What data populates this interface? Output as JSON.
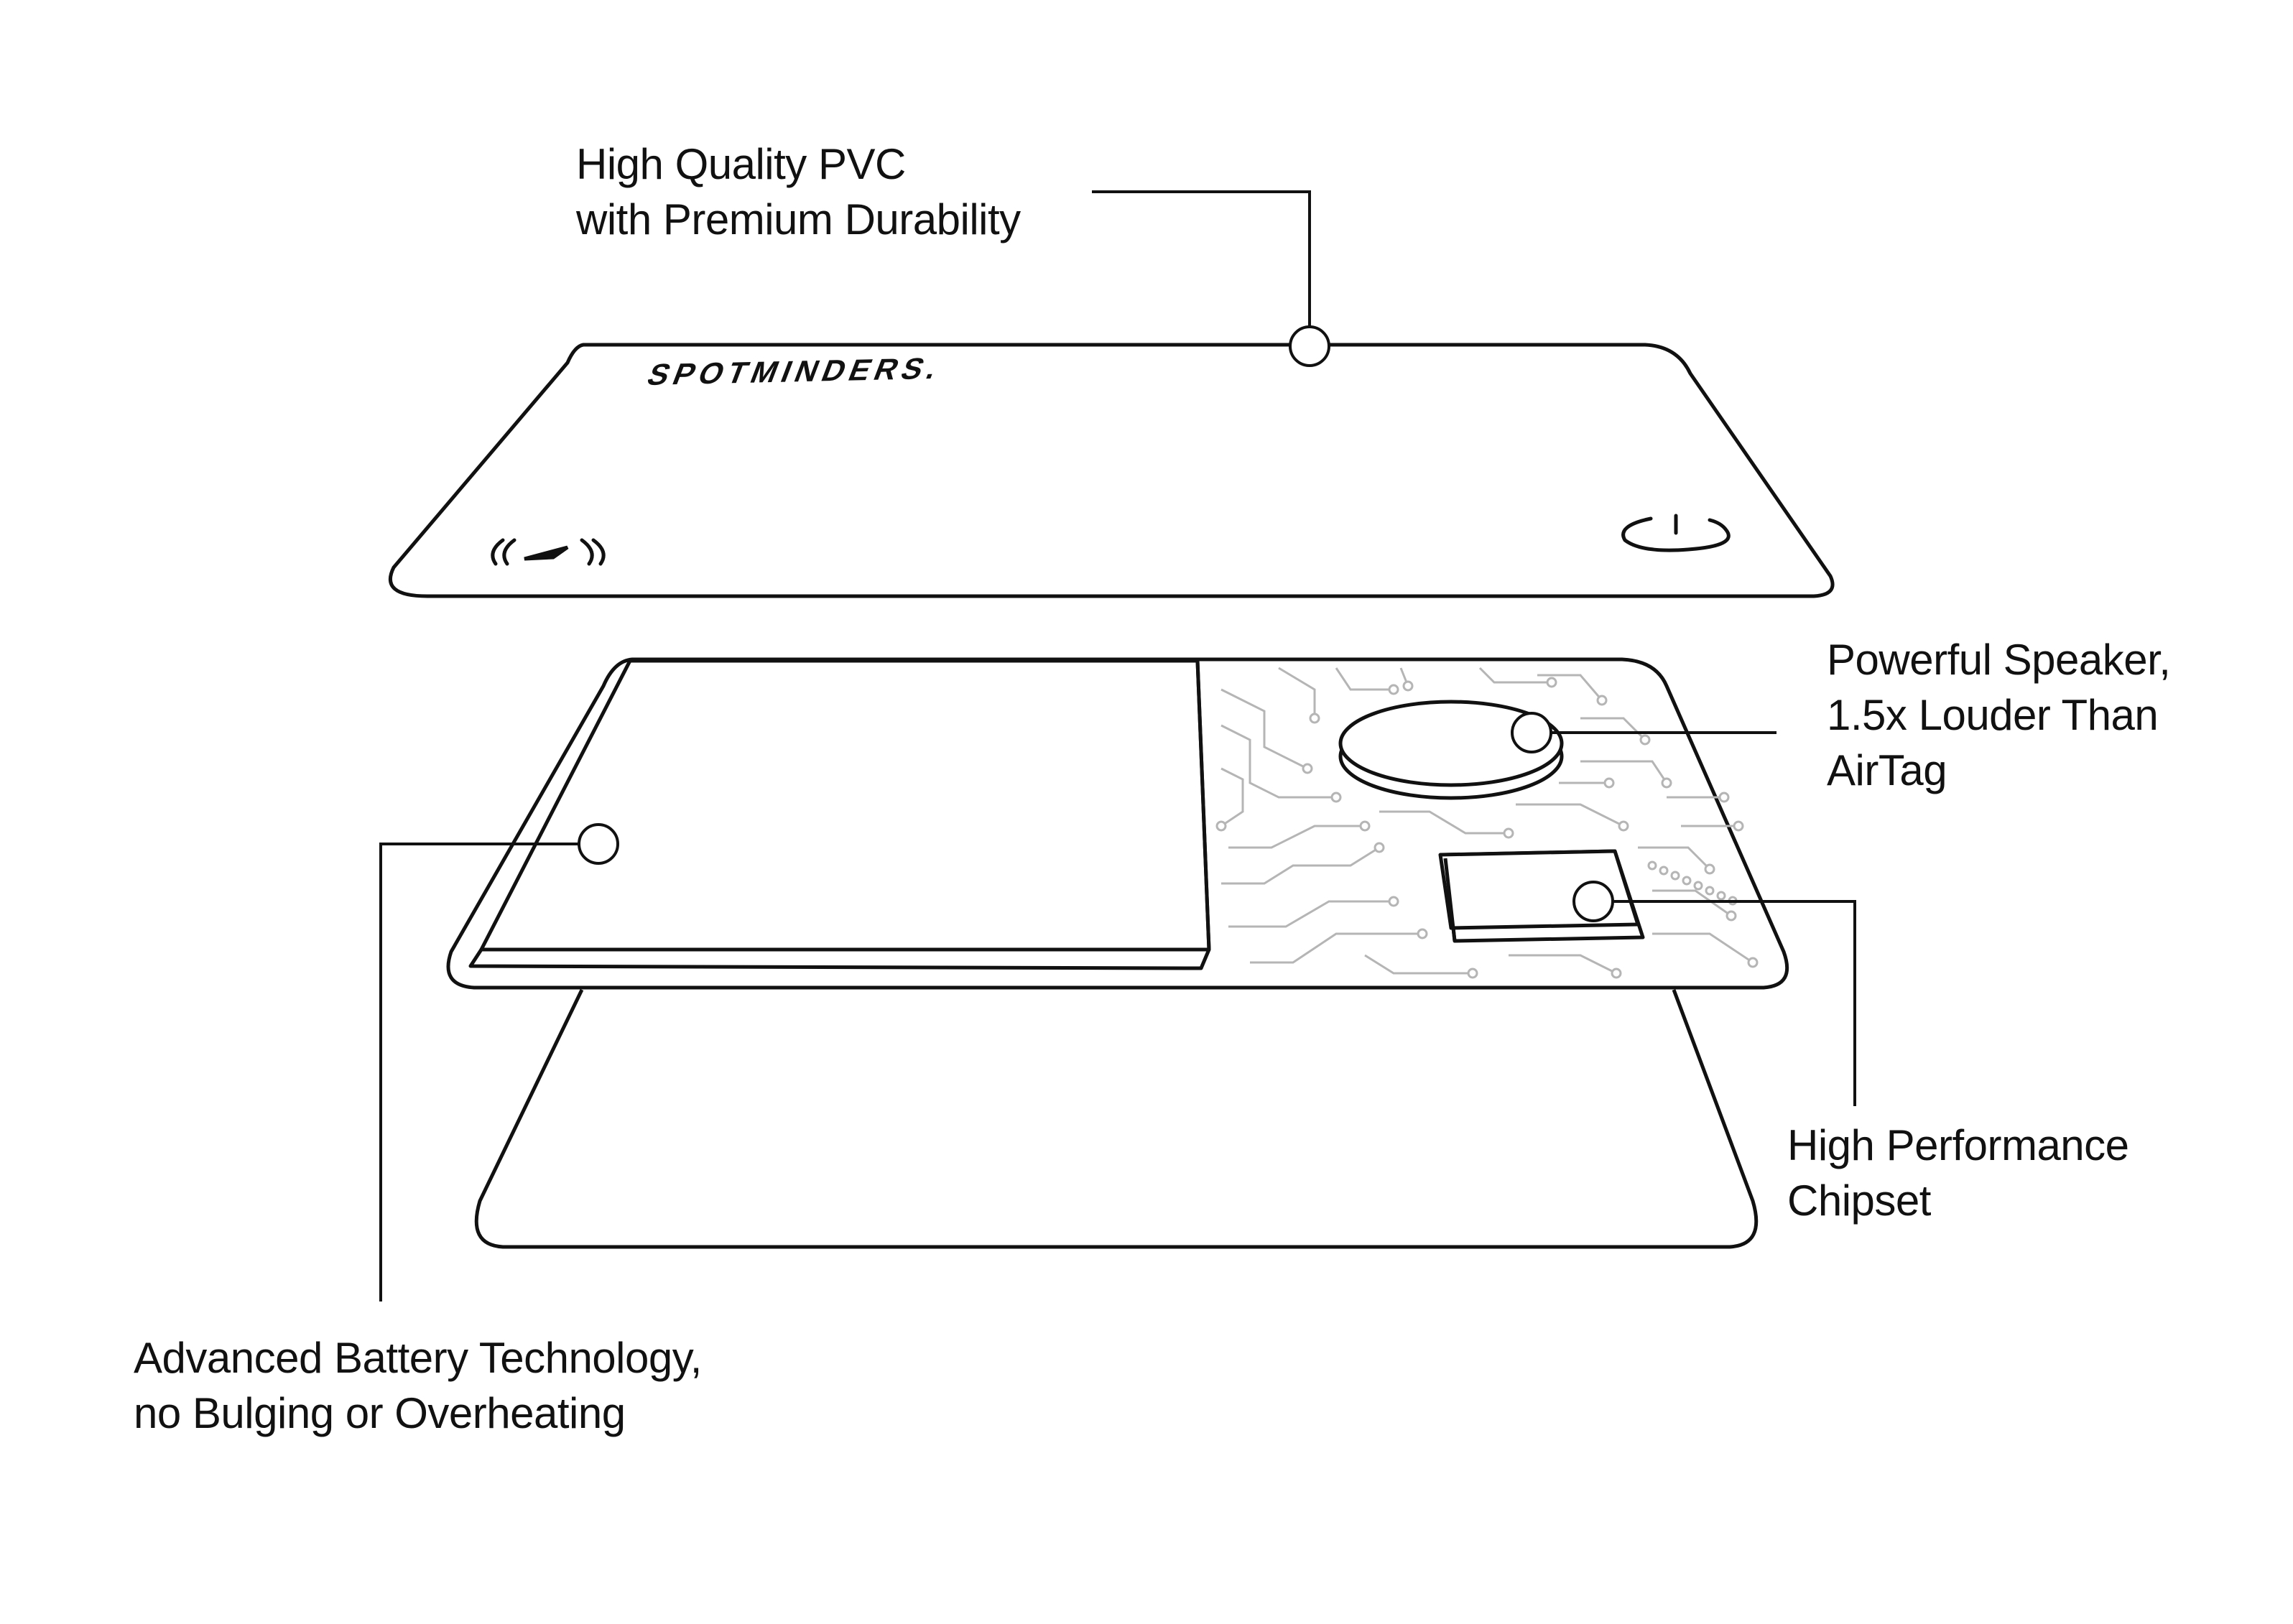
{
  "brand": {
    "wordmark": "SPOTMINDERS."
  },
  "callouts": {
    "pvc": {
      "line1": "High Quality PVC",
      "line2": "with Premium Durability"
    },
    "speaker": {
      "line1": "Powerful Speaker,",
      "line2": "1.5x Louder Than",
      "line3": "AirTag"
    },
    "chipset": {
      "line1": "High Performance",
      "line2": "Chipset"
    },
    "battery": {
      "line1": "Advanced Battery Technology,",
      "line2": "no Bulging or Overheating"
    }
  },
  "icons": [
    "nfc-signal-icon",
    "power-icon"
  ],
  "colors": {
    "line": "#111111",
    "background": "#ffffff",
    "trace": "#b5b5b5"
  }
}
